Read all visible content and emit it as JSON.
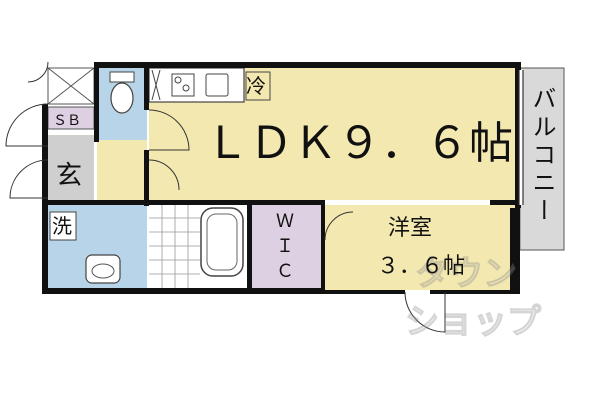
{
  "rooms": {
    "ldk": "ＬＤＫ９．６帖",
    "western_line1": "洋室",
    "western_line2": "３．６帖",
    "balcony": "バルコニー",
    "entrance": "玄",
    "wash": "洗",
    "shoe_box": "ＳＢ",
    "fridge": "冷",
    "wic_w": "Ｗ",
    "wic_i": "Ｉ",
    "wic_c": "Ｃ"
  },
  "watermark": {
    "line1": "タウン",
    "line2": "ショップ"
  },
  "colors": {
    "ldk": "#f3e8b0",
    "western": "#f3e8b0",
    "wet_area": "#b8d4e8",
    "wic": "#ddd0e2",
    "entrance": "#cfcfcf",
    "balcony": "#d9d9d9",
    "wall": "#111111"
  }
}
